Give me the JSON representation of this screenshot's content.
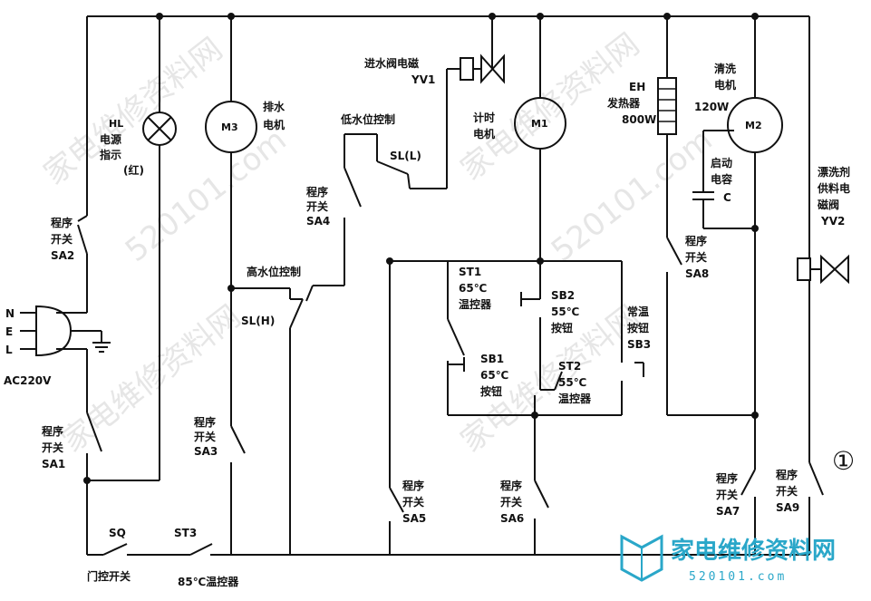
{
  "plug": {
    "pins": [
      "N",
      "E",
      "L"
    ],
    "label": "AC220V"
  },
  "hl": {
    "tag": "HL",
    "line1": "电源",
    "line2": "指示",
    "line3": "(红)"
  },
  "m3": {
    "tag": "M3",
    "line1": "排水",
    "line2": "电机"
  },
  "yv1": {
    "line1": "进水阀电磁",
    "line2": "YV1"
  },
  "sl_low": {
    "title": "低水位控制",
    "tag": "SL(L)"
  },
  "sl_high": {
    "title": "高水位控制",
    "tag": "SL(H)"
  },
  "m1": {
    "tag": "M1",
    "line1": "计时",
    "line2": "电机"
  },
  "eh": {
    "line1": "EH",
    "line2": "发热器",
    "line3": "800W"
  },
  "m2": {
    "line1": "清洗",
    "line2": "电机",
    "power": "120W",
    "tag": "M2"
  },
  "cap": {
    "line1": "启动",
    "line2": "电容",
    "tag": "C"
  },
  "yv2": {
    "line1": "漂洗剂",
    "line2": "供料电",
    "line3": "磁阀",
    "line4": "YV2"
  },
  "switches": {
    "sa1": {
      "line1": "程序",
      "line2": "开关",
      "line3": "SA1"
    },
    "sa2": {
      "line1": "程序",
      "line2": "开关",
      "line3": "SA2"
    },
    "sa3": {
      "line1": "程序",
      "line2": "开关",
      "line3": "SA3"
    },
    "sa4": {
      "line1": "程序",
      "line2": "开关",
      "line3": "SA4"
    },
    "sa5": {
      "line1": "程序",
      "line2": "开关",
      "line3": "SA5"
    },
    "sa6": {
      "line1": "程序",
      "line2": "开关",
      "line3": "SA6"
    },
    "sa7": {
      "line1": "程序",
      "line2": "开关",
      "line3": "SA7"
    },
    "sa8": {
      "line1": "程序",
      "line2": "开关",
      "line3": "SA8"
    },
    "sa9": {
      "line1": "程序",
      "line2": "开关",
      "line3": "SA9"
    }
  },
  "st1": {
    "line1": "ST1",
    "line2": "65℃",
    "line3": "温控器"
  },
  "sb2": {
    "line1": "SB2",
    "line2": "55℃",
    "line3": "按钮"
  },
  "sb1": {
    "line1": "SB1",
    "line2": "65℃",
    "line3": "按钮"
  },
  "st2": {
    "line1": "ST2",
    "line2": "55℃",
    "line3": "温控器"
  },
  "sb3": {
    "line1": "常温",
    "line2": "按钮",
    "line3": "SB3"
  },
  "sq": {
    "tag": "SQ",
    "label": "门控开关"
  },
  "st3": {
    "tag": "ST3",
    "label": "85℃温控器"
  },
  "figure_no": "①",
  "watermark": {
    "text": "家电维修资料网",
    "url": "520101.com"
  },
  "logo": {
    "text": "家电维修资料网",
    "url": "520101.com"
  },
  "colors": {
    "ink": "#111111",
    "logo": "#2aa7c9",
    "watermark": "#c8c8c8"
  }
}
